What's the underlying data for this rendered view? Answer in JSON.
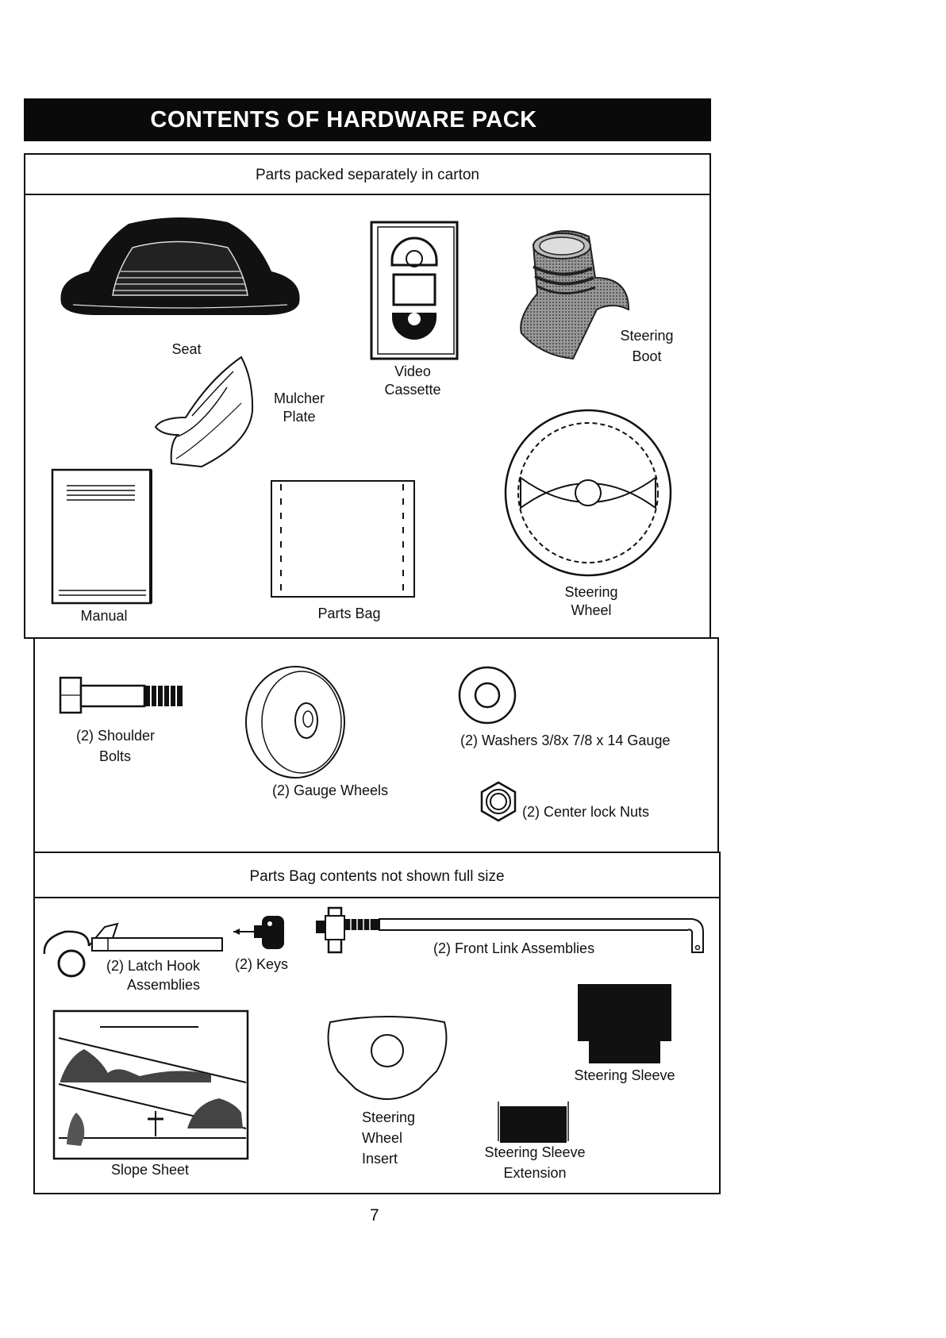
{
  "banner": {
    "title": "CONTENTS OF HARDWARE PACK"
  },
  "section1": {
    "header": "Parts packed separately in carton",
    "items": {
      "seat": "Seat",
      "video_cassette": [
        "Video",
        "Cassette"
      ],
      "steering_boot": [
        "Steering",
        "Boot"
      ],
      "mulcher_plate": [
        "Mulcher",
        "Plate"
      ],
      "manual": "Manual",
      "parts_bag": "Parts Bag",
      "steering_wheel": [
        "Steering",
        "Wheel"
      ]
    }
  },
  "section2": {
    "items": {
      "shoulder_bolts": [
        "(2) Shoulder",
        "Bolts"
      ],
      "gauge_wheels": "(2) Gauge Wheels",
      "washers": "(2) Washers  3/8x 7/8 x 14 Gauge",
      "center_lock_nuts": "(2) Center lock Nuts"
    }
  },
  "section3": {
    "header": "Parts Bag contents not shown full size",
    "items": {
      "latch_hook": [
        "(2) Latch Hook",
        "Assemblies"
      ],
      "keys": "(2) Keys",
      "front_link": "(2) Front Link Assemblies",
      "steering_sleeve": "Steering Sleeve",
      "slope_sheet": "Slope Sheet",
      "steering_wheel_insert": [
        "Steering",
        "Wheel",
        "Insert"
      ],
      "steering_sleeve_extension": [
        "Steering Sleeve",
        "Extension"
      ]
    }
  },
  "page_number": "7"
}
